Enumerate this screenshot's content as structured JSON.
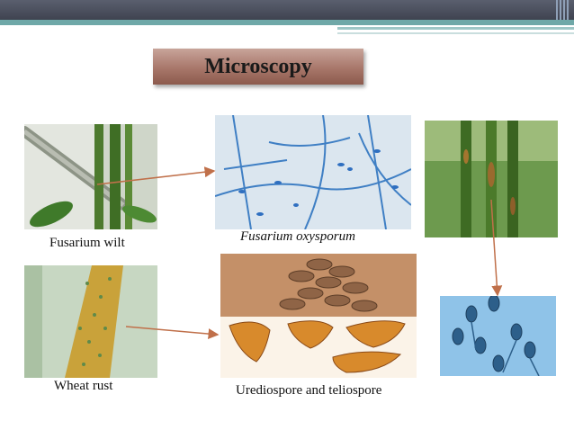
{
  "slide": {
    "title": "Microscopy",
    "captions": {
      "fusarium_wilt": "Fusarium wilt",
      "fusarium_oxysporum": "Fusarium oxysporum",
      "wheat_rust": "Wheat rust",
      "urediospore": "Urediospore and teliospore"
    }
  },
  "colors": {
    "arrow": "#c0704a",
    "title_box": "#a8776a",
    "header_bar": "#4a4e5c",
    "accent_stripe": "#6fa8a8"
  }
}
